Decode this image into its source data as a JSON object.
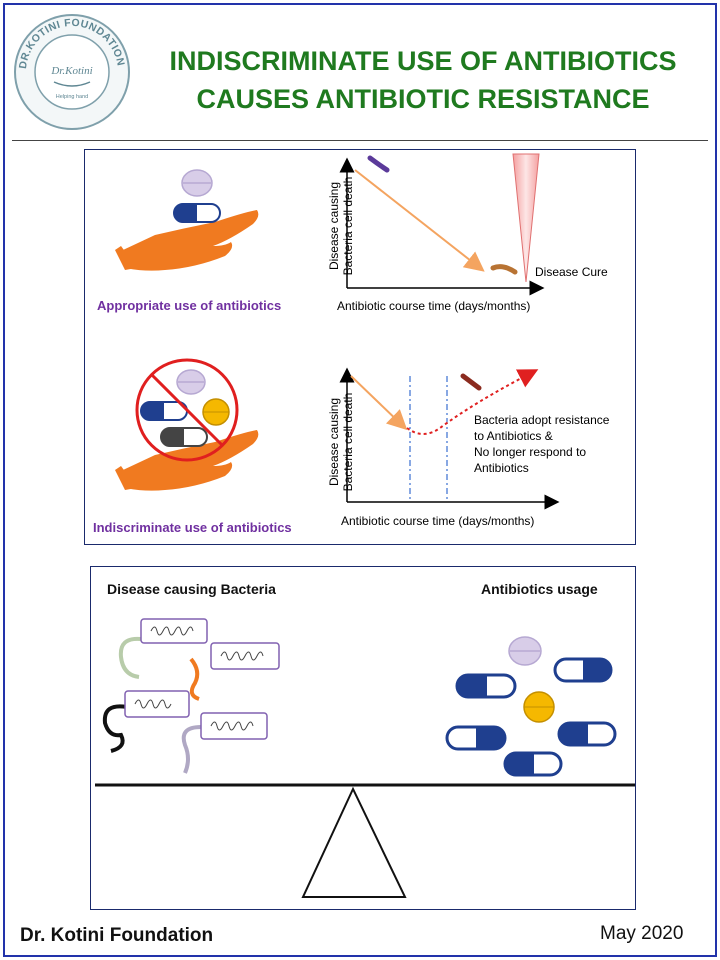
{
  "header": {
    "logo": {
      "ring_text": "DR.KOTINI FOUNDATION",
      "center_text": "Dr.Kotini",
      "tagline": "Helping hand"
    },
    "title_line1": "INDISCRIMINATE USE OF ANTIBIOTICS",
    "title_line2": "CAUSES ANTIBIOTIC RESISTANCE"
  },
  "panel_top": {
    "row1": {
      "caption": "Appropriate use of antibiotics",
      "y_axis_line1": "Disease causing",
      "y_axis_line2": "Bacteria cell death",
      "x_axis": "Antibiotic course time (days/months)",
      "annotation": "Disease Cure"
    },
    "row2": {
      "caption": "Indiscriminate use of antibiotics",
      "y_axis_line1": "Disease causing",
      "y_axis_line2": "Bacteria cell death",
      "x_axis": "Antibiotic course time (days/months)",
      "note_lines": [
        "Bacteria adopt resistance",
        "to Antibiotics &",
        "No longer respond  to",
        "Antibiotics"
      ]
    }
  },
  "panel_bottom": {
    "left_heading": "Disease causing Bacteria",
    "right_heading": "Antibiotics usage"
  },
  "footer": {
    "organization": "Dr. Kotini Foundation",
    "date": "May 2020"
  },
  "colors": {
    "title_green": "#1f7a1f",
    "caption_purple": "#7030a0",
    "arrow_orange": "#f4a460",
    "resistance_red": "#e02020",
    "capsule_blue": "#1f3f8f",
    "pill_yellow": "#f5b800",
    "border_blue": "#2233aa"
  }
}
